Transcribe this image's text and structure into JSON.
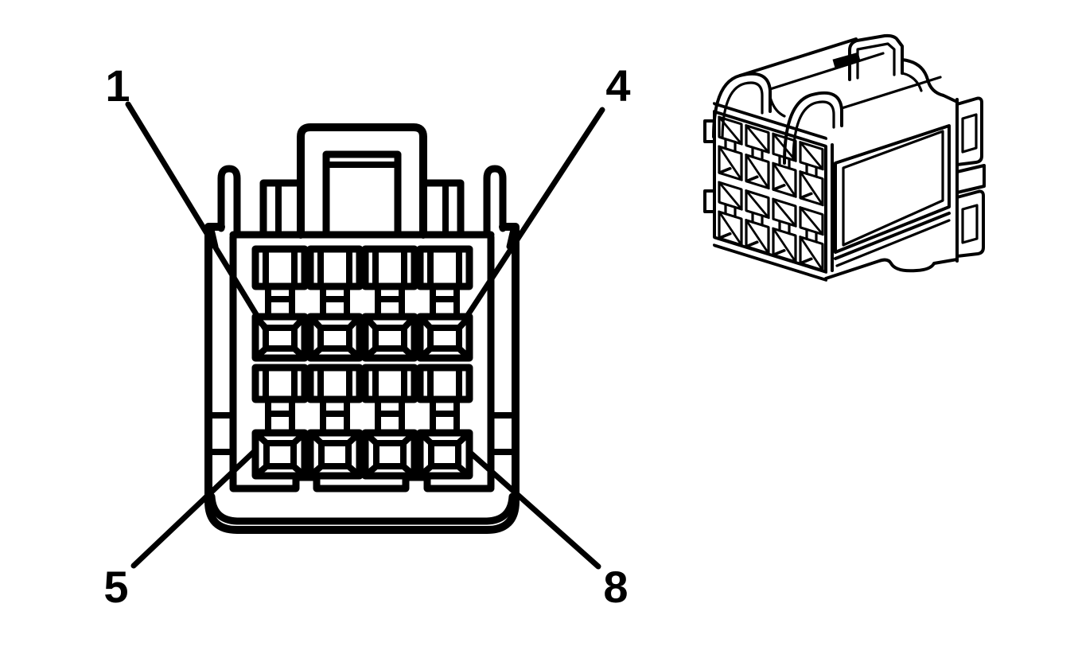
{
  "diagram": {
    "description": "Electrical connector cavity identification diagram",
    "background_color": "#ffffff",
    "line_color": "#000000",
    "front_view": {
      "name": "connector face view",
      "cavity_rows": 2,
      "cavity_columns": 4,
      "cavity_count": 8
    },
    "perspective_view": {
      "name": "connector perspective view",
      "grid_columns": 4,
      "grid_rows": 4,
      "side_tabs": 2
    }
  },
  "callouts": [
    {
      "label": "1",
      "target": "top-left cavity"
    },
    {
      "label": "4",
      "target": "top-right cavity"
    },
    {
      "label": "5",
      "target": "bottom-left cavity"
    },
    {
      "label": "8",
      "target": "bottom-right cavity"
    }
  ]
}
